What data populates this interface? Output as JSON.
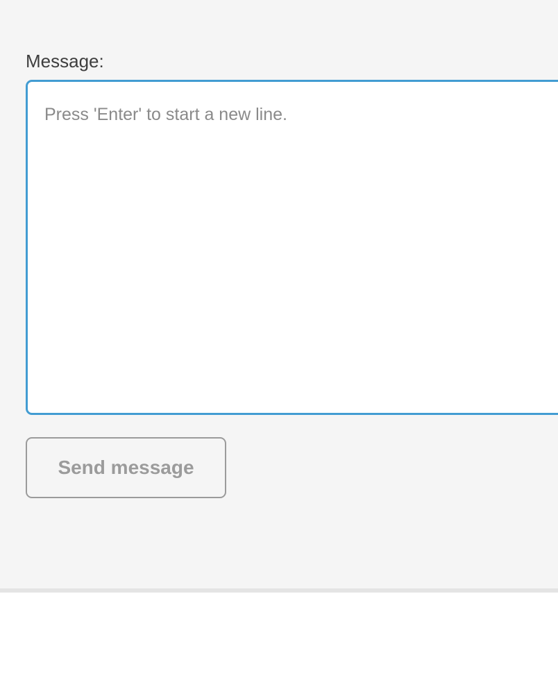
{
  "form": {
    "label": "Message:",
    "textarea": {
      "placeholder": "Press 'Enter' to start a new line.",
      "value": ""
    },
    "send_button_label": "Send message"
  },
  "colors": {
    "page_background": "#f5f5f5",
    "textarea_background": "#ffffff",
    "textarea_focus_border": "#429cd2",
    "label_text": "#3e3e3e",
    "placeholder_text": "#8a8a8a",
    "button_border": "#9b9b9b",
    "button_text": "#9b9b9b",
    "divider": "#e4e4e4",
    "lower_background": "#ffffff"
  }
}
